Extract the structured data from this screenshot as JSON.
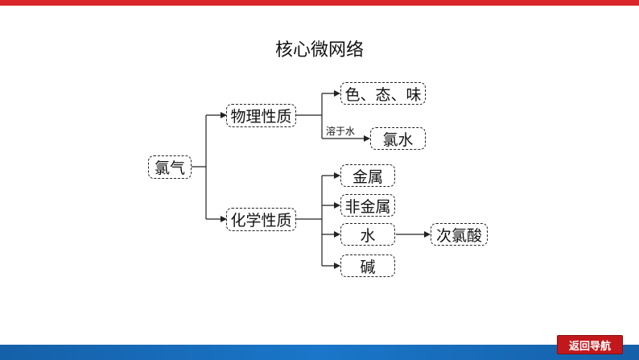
{
  "title": "核心微网络",
  "nodes": {
    "root": "氯气",
    "physical": "物理性质",
    "chemical": "化学性质",
    "color_state_taste": "色、态、味",
    "chlorine_water": "氯水",
    "metal": "金属",
    "nonmetal": "非金属",
    "water": "水",
    "base": "碱",
    "hypochlorous_acid": "次氯酸"
  },
  "edge_labels": {
    "dissolve_in_water": "溶于水"
  },
  "nav": {
    "back_label": "返回导航"
  },
  "colors": {
    "top_bar": "#d9262a",
    "bottom_bar": "#1a76c9",
    "nav_button": "#c2181c"
  }
}
